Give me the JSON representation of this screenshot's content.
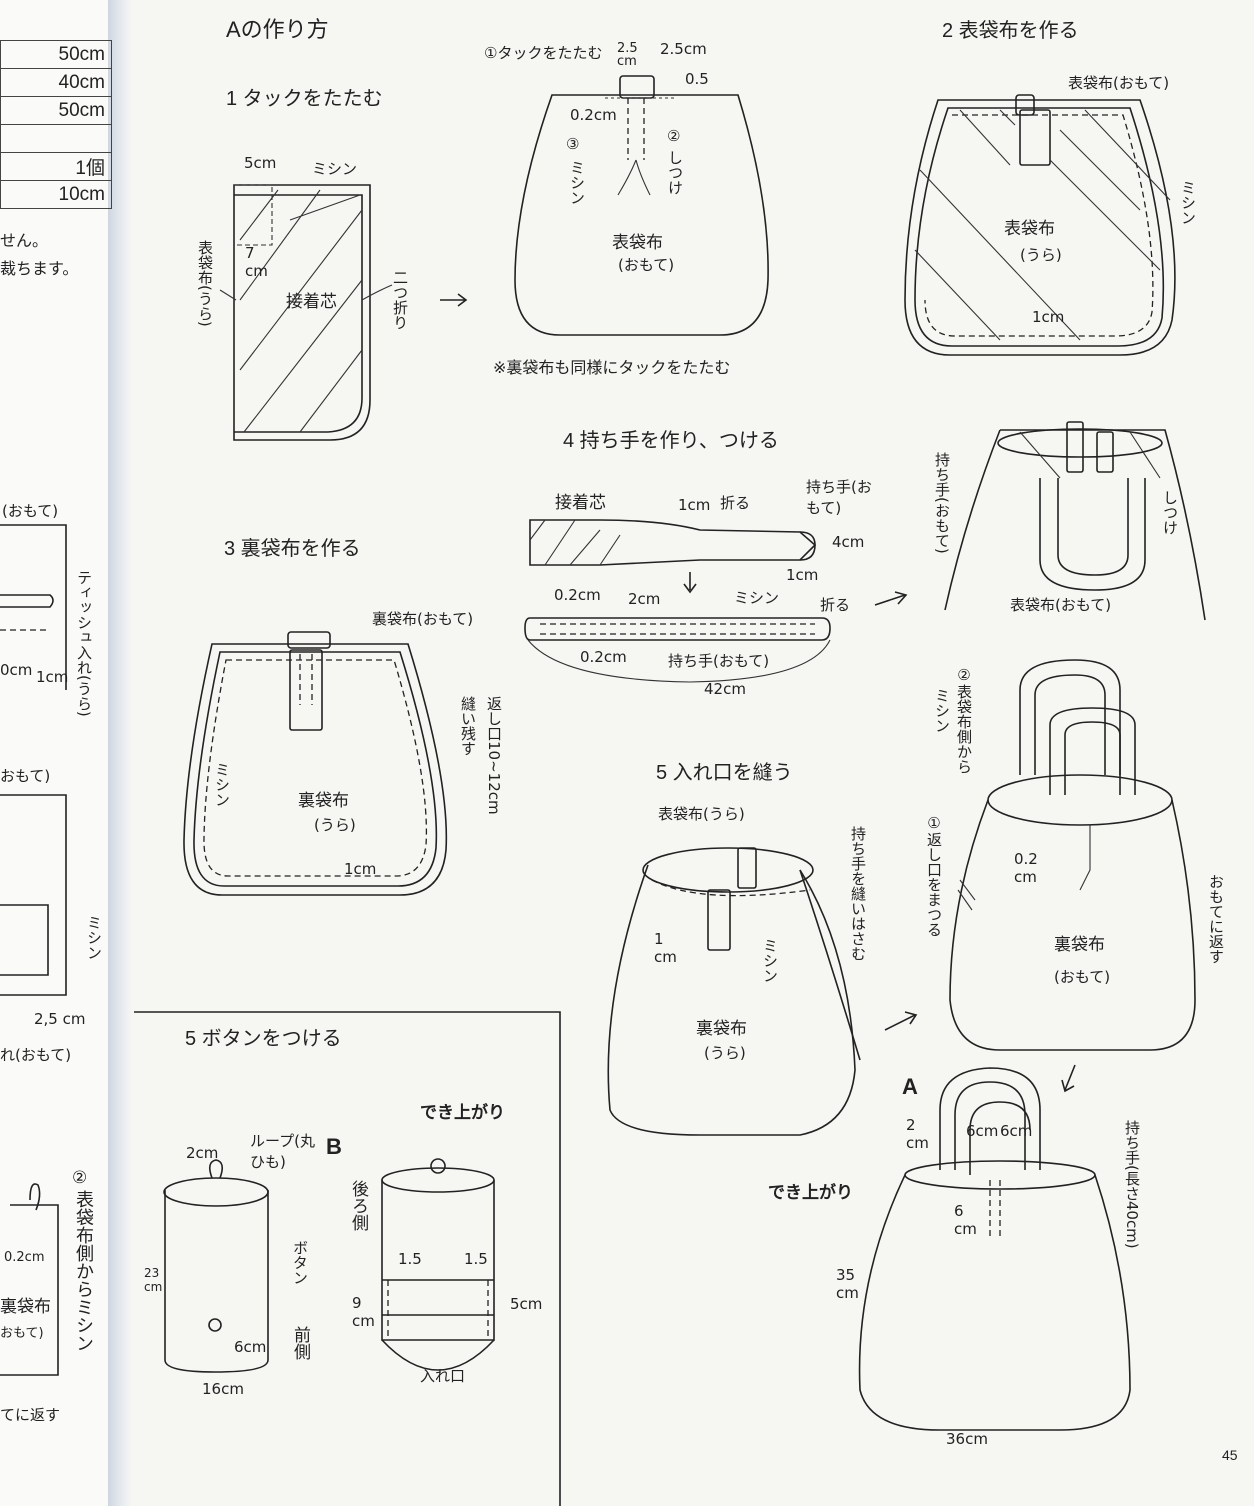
{
  "left_page": {
    "table_values": [
      "50cm",
      "40cm",
      "50cm",
      "",
      "1個",
      "10cm"
    ],
    "text_1": "せん。",
    "text_2": "裁ちます。",
    "text_omote_1": "(おもて)",
    "text_tissue": "ティッシュ入れ(うら)",
    "text_cm_1": "0cm",
    "text_cm_2": "1cm",
    "text_omote_2": "おもて)",
    "text_mishin": "ミシン",
    "text_25cm": "2,5 cm",
    "text_omote_3": "れ(おもて)",
    "text_circ2": "②",
    "text_omote_side": "表袋布側からミシン",
    "text_02cm": "0.2cm",
    "text_urabukuro": "裏袋布",
    "text_omote_4": "おもて)",
    "text_kaesu": "てに返す"
  },
  "title": "Aの作り方",
  "step1": {
    "heading": "1 タックをたたむ",
    "label_5cm": "5cm",
    "label_mishin": "ミシン",
    "label_7cm": "7 cm",
    "label_omotebukuro": "表袋布(うら)",
    "label_secchaku": "接着芯",
    "label_nimaori": "二つ折り",
    "tuck_1": "①タックをたたむ",
    "label_25": "2.5 cm",
    "label_25cm": "2.5cm",
    "label_05": "0.5",
    "label_02cm": "0.2cm",
    "label_c3": "③",
    "label_mishin2": "ミシン",
    "label_c2": "②",
    "label_shitsuke": "しつけ",
    "label_body": "表袋布",
    "label_body_sub": "(おもて)",
    "note": "※裏袋布も同様にタックをたたむ"
  },
  "step2": {
    "heading": "2 表袋布を作る",
    "label_top": "表袋布(おもて)",
    "label_mishin": "ミシン",
    "label_body": "表袋布",
    "label_body_sub": "(うら)",
    "label_1cm": "1cm"
  },
  "step3": {
    "heading": "3 裏袋布を作る",
    "label_top": "裏袋布(おもて)",
    "label_nui": "縫い残す",
    "label_kaeshi": "返し口10~12cm",
    "label_mishin": "ミシン",
    "label_body": "裏袋布",
    "label_body_sub": "(うら)",
    "label_1cm": "1cm"
  },
  "step4": {
    "heading": "4 持ち手を作り、つける",
    "label_secchaku": "接着芯",
    "label_1cm": "1cm",
    "label_oru": "折る",
    "label_mochite": "持ち手(おもて)",
    "label_4cm": "4cm",
    "label_1cm_b": "1cm",
    "label_02cm": "0.2cm",
    "label_2cm": "2cm",
    "label_mishin": "ミシン",
    "label_oru2": "折る",
    "label_02cm_b": "0.2cm",
    "label_mochite2": "持ち手(おもて)",
    "label_42cm": "42cm",
    "label_mochite_v": "持ち手(おもて)",
    "label_shitsuke": "しつけ",
    "label_body": "表袋布(おもて)"
  },
  "step5a": {
    "heading": "5 入れ口を縫う",
    "label_top": "表袋布(うら)",
    "label_hasamu": "持ち手を縫いはさむ",
    "label_1cm": "1 cm",
    "label_mishin": "ミシン",
    "label_body": "裏袋布",
    "label_body_sub": "(うら)",
    "label_c2": "②表袋布側から",
    "label_mishin2": "ミシン",
    "label_c1": "①返し口をまつる",
    "label_02cm": "0.2 cm",
    "label_body2": "裏袋布",
    "label_body2_sub": "(おもて)",
    "label_kaesu": "おもてに返す"
  },
  "step5b": {
    "heading": "5 ボタンをつける",
    "label_dekiagari": "でき上がり",
    "label_b": "B",
    "label_2cm": "2cm",
    "label_loop": "ループ(丸ひも)",
    "label_23cm": "23 cm",
    "label_button": "ボタン",
    "label_6cm": "6cm",
    "label_mae": "前側",
    "label_16cm": "16cm",
    "label_ushiro": "後ろ側",
    "label_15a": "1.5",
    "label_15b": "1.5",
    "label_9cm": "9 cm",
    "label_5cm": "5cm",
    "label_ireguchi": "入れ口"
  },
  "finished_a": {
    "label_a": "A",
    "label_dekiagari": "でき上がり",
    "label_2cm": "2 cm",
    "label_6cm_a": "6cm",
    "label_6cm_b": "6cm",
    "label_6cm_c": "6 cm",
    "label_mochite": "持ち手(長さ40cm)",
    "label_35cm": "35 cm",
    "label_36cm": "36cm"
  },
  "page_number": "45"
}
